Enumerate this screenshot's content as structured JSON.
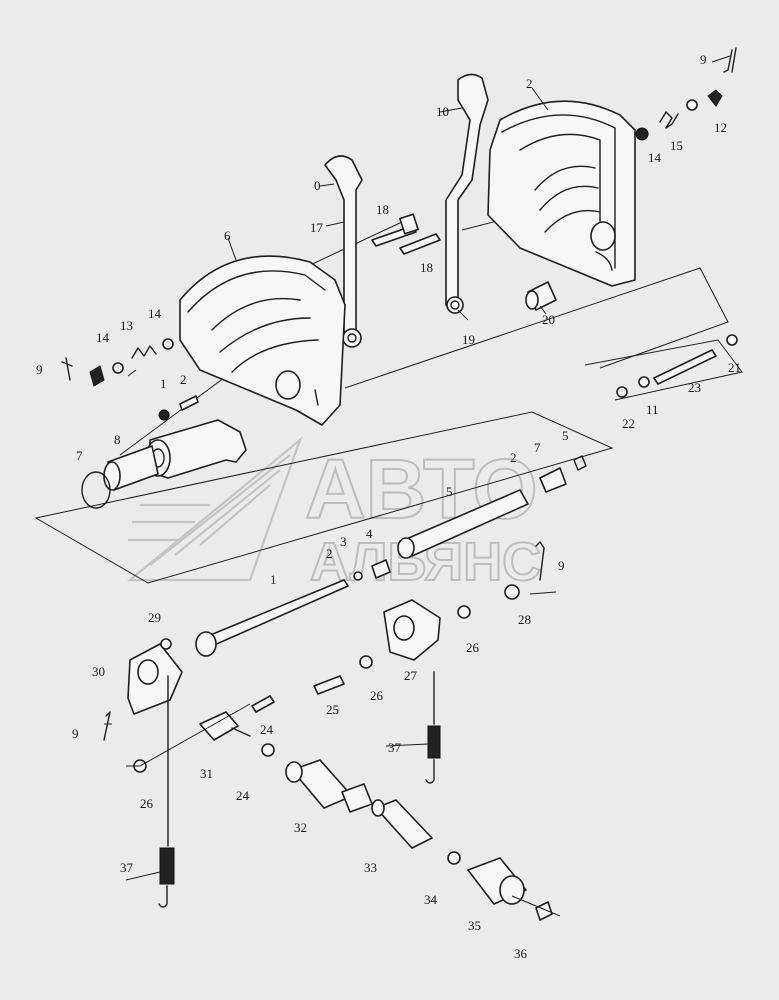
{
  "watermark": {
    "line1": "АВТО",
    "line2": "АЛЬЯНС"
  },
  "callouts": [
    {
      "id": "c-9a",
      "text": "9"
    },
    {
      "id": "c-10",
      "text": "10"
    },
    {
      "id": "c-2",
      "text": "2"
    },
    {
      "id": "c-12",
      "text": "12"
    },
    {
      "id": "c-15",
      "text": "15"
    },
    {
      "id": "c-14a",
      "text": "14"
    },
    {
      "id": "c-0",
      "text": "0"
    },
    {
      "id": "c-17",
      "text": "17"
    },
    {
      "id": "c-18a",
      "text": "18"
    },
    {
      "id": "c-18b",
      "text": "18"
    },
    {
      "id": "c-6",
      "text": "6"
    },
    {
      "id": "c-14b",
      "text": "14"
    },
    {
      "id": "c-13",
      "text": "13"
    },
    {
      "id": "c-14c",
      "text": "14"
    },
    {
      "id": "c-9b",
      "text": "9"
    },
    {
      "id": "c-19",
      "text": "19"
    },
    {
      "id": "c-20",
      "text": "20"
    },
    {
      "id": "c-21",
      "text": "21"
    },
    {
      "id": "c-23",
      "text": "23"
    },
    {
      "id": "c-22",
      "text": "22"
    },
    {
      "id": "c-11",
      "text": "11"
    },
    {
      "id": "c-1a",
      "text": "1"
    },
    {
      "id": "c-2b",
      "text": "2"
    },
    {
      "id": "c-8",
      "text": "8"
    },
    {
      "id": "c-7a",
      "text": "7"
    },
    {
      "id": "c-7b",
      "text": "7"
    },
    {
      "id": "c-5a",
      "text": "5"
    },
    {
      "id": "c-2c",
      "text": "2"
    },
    {
      "id": "c-5b",
      "text": "5"
    },
    {
      "id": "c-4",
      "text": "4"
    },
    {
      "id": "c-2d",
      "text": "2"
    },
    {
      "id": "c-3",
      "text": "3"
    },
    {
      "id": "c-9c",
      "text": "9"
    },
    {
      "id": "c-1b",
      "text": "1"
    },
    {
      "id": "c-29",
      "text": "29"
    },
    {
      "id": "c-28",
      "text": "28"
    },
    {
      "id": "c-26a",
      "text": "26"
    },
    {
      "id": "c-30",
      "text": "30"
    },
    {
      "id": "c-27",
      "text": "27"
    },
    {
      "id": "c-26b",
      "text": "26"
    },
    {
      "id": "c-25",
      "text": "25"
    },
    {
      "id": "c-9d",
      "text": "9"
    },
    {
      "id": "c-24a",
      "text": "24"
    },
    {
      "id": "c-31",
      "text": "31"
    },
    {
      "id": "c-37a",
      "text": "37"
    },
    {
      "id": "c-26c",
      "text": "26"
    },
    {
      "id": "c-24b",
      "text": "24"
    },
    {
      "id": "c-32",
      "text": "32"
    },
    {
      "id": "c-33",
      "text": "33"
    },
    {
      "id": "c-37b",
      "text": "37"
    },
    {
      "id": "c-34",
      "text": "34"
    },
    {
      "id": "c-35",
      "text": "35"
    },
    {
      "id": "c-36",
      "text": "36"
    }
  ]
}
